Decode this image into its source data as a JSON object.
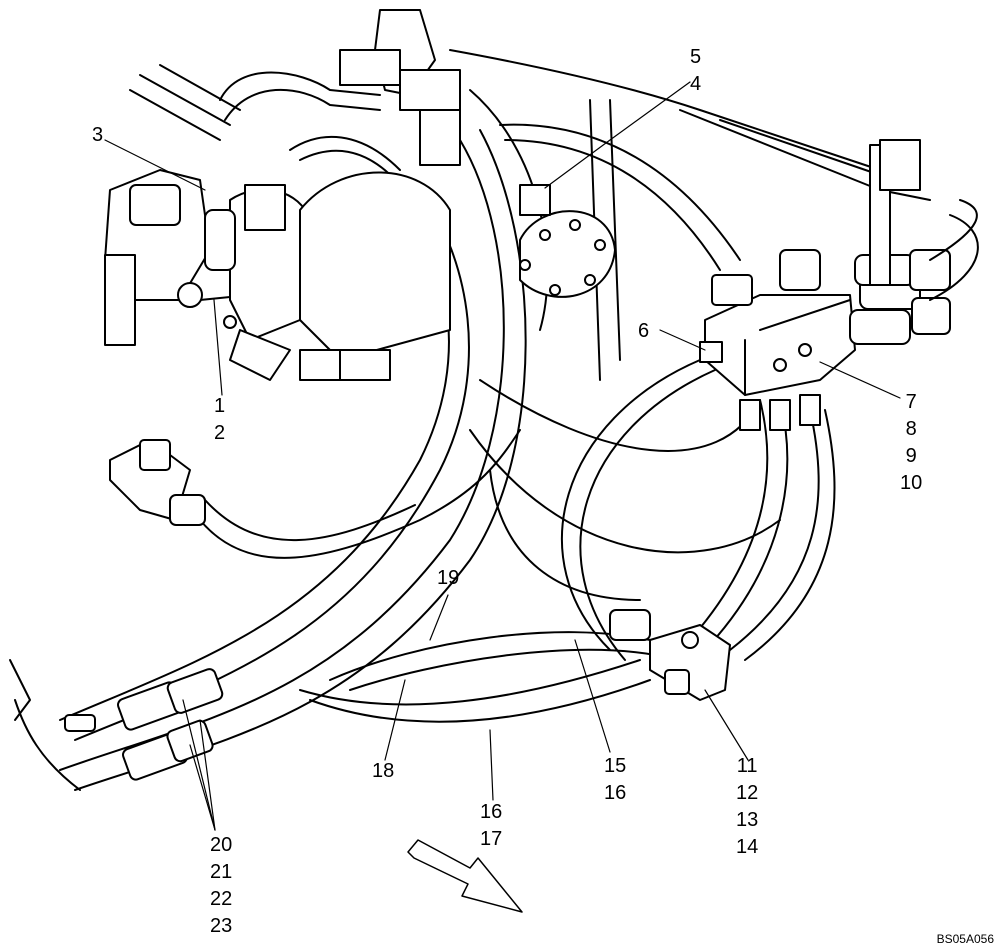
{
  "reference_code": "BS05A056",
  "callouts": {
    "c3": [
      "3"
    ],
    "c5_4": [
      "5",
      "4"
    ],
    "c6": [
      "6"
    ],
    "c1_2": [
      "1",
      "2"
    ],
    "c7_10": [
      "7",
      "8",
      "9",
      "10"
    ],
    "c19": [
      "19"
    ],
    "c18": [
      "18"
    ],
    "c15_16": [
      "15",
      "16"
    ],
    "c16_17": [
      "16",
      "17"
    ],
    "c11_14": [
      "11",
      "12",
      "13",
      "14"
    ],
    "c20_23": [
      "20",
      "21",
      "22",
      "23"
    ]
  }
}
